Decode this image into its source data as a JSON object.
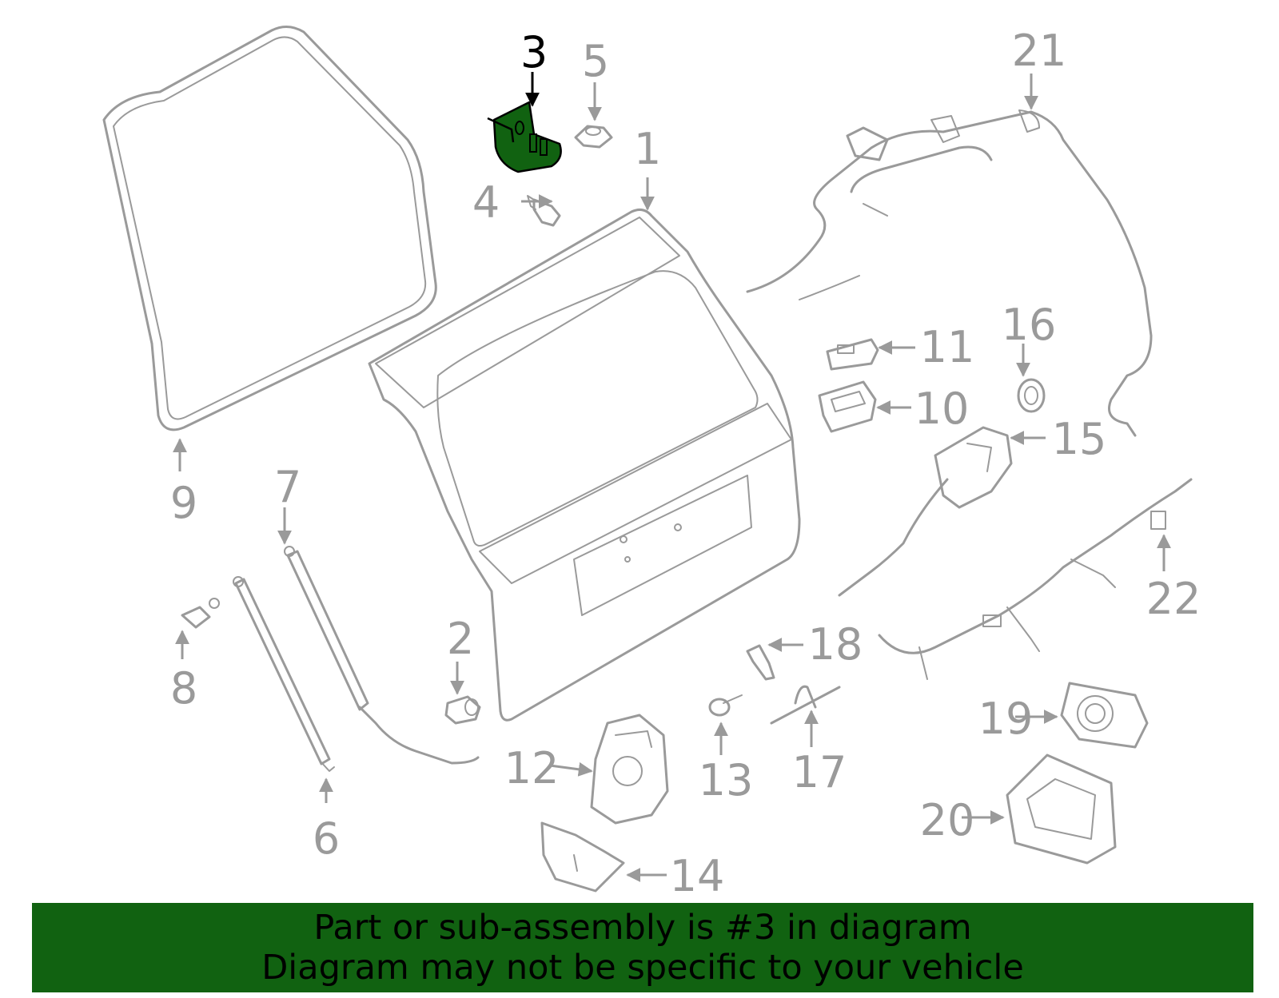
{
  "diagram": {
    "highlight_color": "#116211",
    "part_color": "#9a9a9a",
    "callouts": [
      {
        "id": "c1",
        "label": "1"
      },
      {
        "id": "c2",
        "label": "2"
      },
      {
        "id": "c3",
        "label": "3",
        "highlighted": true
      },
      {
        "id": "c4",
        "label": "4"
      },
      {
        "id": "c5",
        "label": "5"
      },
      {
        "id": "c6",
        "label": "6"
      },
      {
        "id": "c7",
        "label": "7"
      },
      {
        "id": "c8",
        "label": "8"
      },
      {
        "id": "c9",
        "label": "9"
      },
      {
        "id": "c10",
        "label": "10"
      },
      {
        "id": "c11",
        "label": "11"
      },
      {
        "id": "c12",
        "label": "12"
      },
      {
        "id": "c13",
        "label": "13"
      },
      {
        "id": "c14",
        "label": "14"
      },
      {
        "id": "c15",
        "label": "15"
      },
      {
        "id": "c16",
        "label": "16"
      },
      {
        "id": "c17",
        "label": "17"
      },
      {
        "id": "c18",
        "label": "18"
      },
      {
        "id": "c19",
        "label": "19"
      },
      {
        "id": "c20",
        "label": "20"
      },
      {
        "id": "c21",
        "label": "21"
      },
      {
        "id": "c22",
        "label": "22"
      }
    ]
  },
  "banner": {
    "line1": "Part or sub-assembly is #3 in diagram",
    "line2": "Diagram may not be specific to your vehicle",
    "background": "#116211"
  }
}
